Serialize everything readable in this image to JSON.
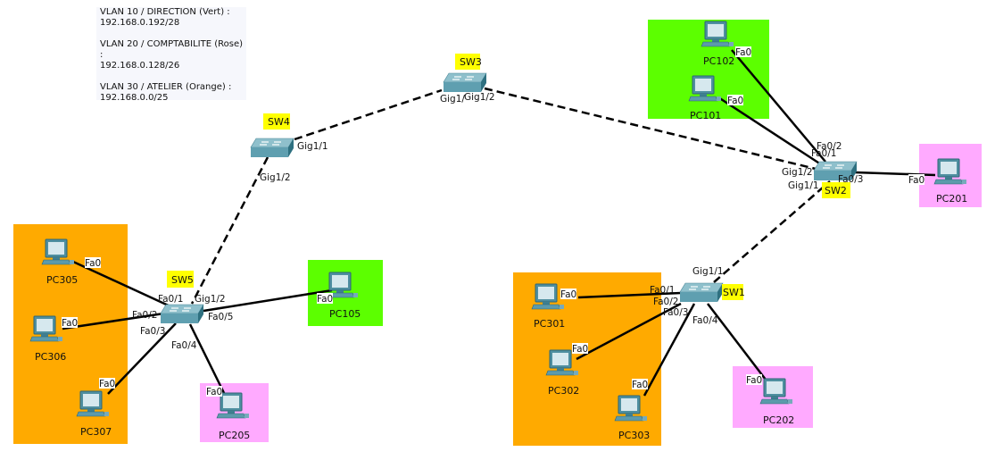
{
  "legend": [
    {
      "title": "VLAN 10 / DIRECTION (Vert) :",
      "subnet": "192.168.0.192/28"
    },
    {
      "title": "VLAN 20 / COMPTABILITE (Rose) :",
      "subnet": "192.168.0.128/26"
    },
    {
      "title": "VLAN 30 / ATELIER (Orange) :",
      "subnet": "192.168.0.0/25"
    }
  ],
  "colors": {
    "vlan10": "#5cff00",
    "vlan20": "#ffaaff",
    "vlan30": "#ffaa00",
    "switch_label_bg": "#ffff00",
    "switch": "#5f9fb0"
  },
  "switches": [
    "SW1",
    "SW2",
    "SW3",
    "SW4",
    "SW5"
  ],
  "pcs": [
    "PC101",
    "PC102",
    "PC105",
    "PC201",
    "PC202",
    "PC205",
    "PC301",
    "PC302",
    "PC303",
    "PC305",
    "PC306",
    "PC307"
  ],
  "ports": {
    "fa0": "Fa0",
    "fa01": "Fa0/1",
    "fa02": "Fa0/2",
    "fa03": "Fa0/3",
    "fa04": "Fa0/4",
    "fa05": "Fa0/5",
    "gig11": "Gig1/1",
    "gig12": "Gig1/2",
    "gig1trunc": "Gig1/"
  }
}
